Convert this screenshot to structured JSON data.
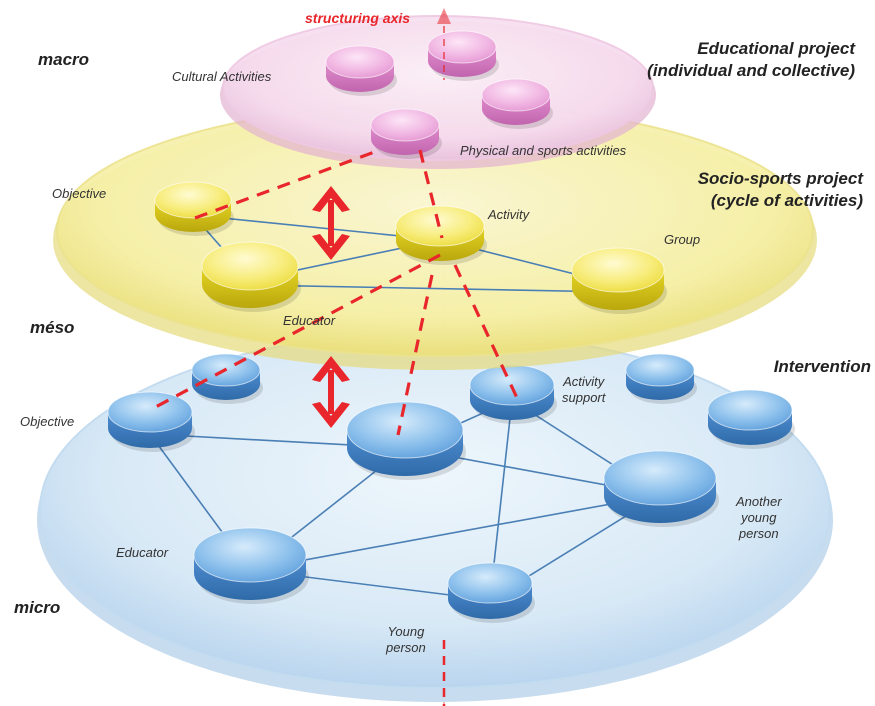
{
  "axis_label": "structuring axis",
  "levels": {
    "macro": "macro",
    "meso": "méso",
    "micro": "micro"
  },
  "titles": {
    "educational_line1": "Educational project",
    "educational_line2": "(individual and collective)",
    "sociosports_line1": "Socio-sports project",
    "sociosports_line2": "(cycle of activities)",
    "intervention": "Intervention"
  },
  "macro_labels": {
    "cultural": "Cultural Activities",
    "physical": "Physical and sports activities"
  },
  "meso_labels": {
    "objective": "Objective",
    "activity": "Activity",
    "group": "Group",
    "educator": "Educator"
  },
  "micro_labels": {
    "objective": "Objective",
    "activity_support_line1": "Activity",
    "activity_support_line2": "support",
    "another_line1": "Another",
    "another_line2": "young",
    "another_line3": "person",
    "educator": "Educator",
    "young_line1": "Young",
    "young_line2": "person"
  },
  "colors": {
    "axis_red": "#e8262b",
    "link_blue": "#4a7fb5",
    "pink_node": "#e9a0d8",
    "yellow_node": "#efe24a",
    "blue_node": "#5f9fdc"
  }
}
